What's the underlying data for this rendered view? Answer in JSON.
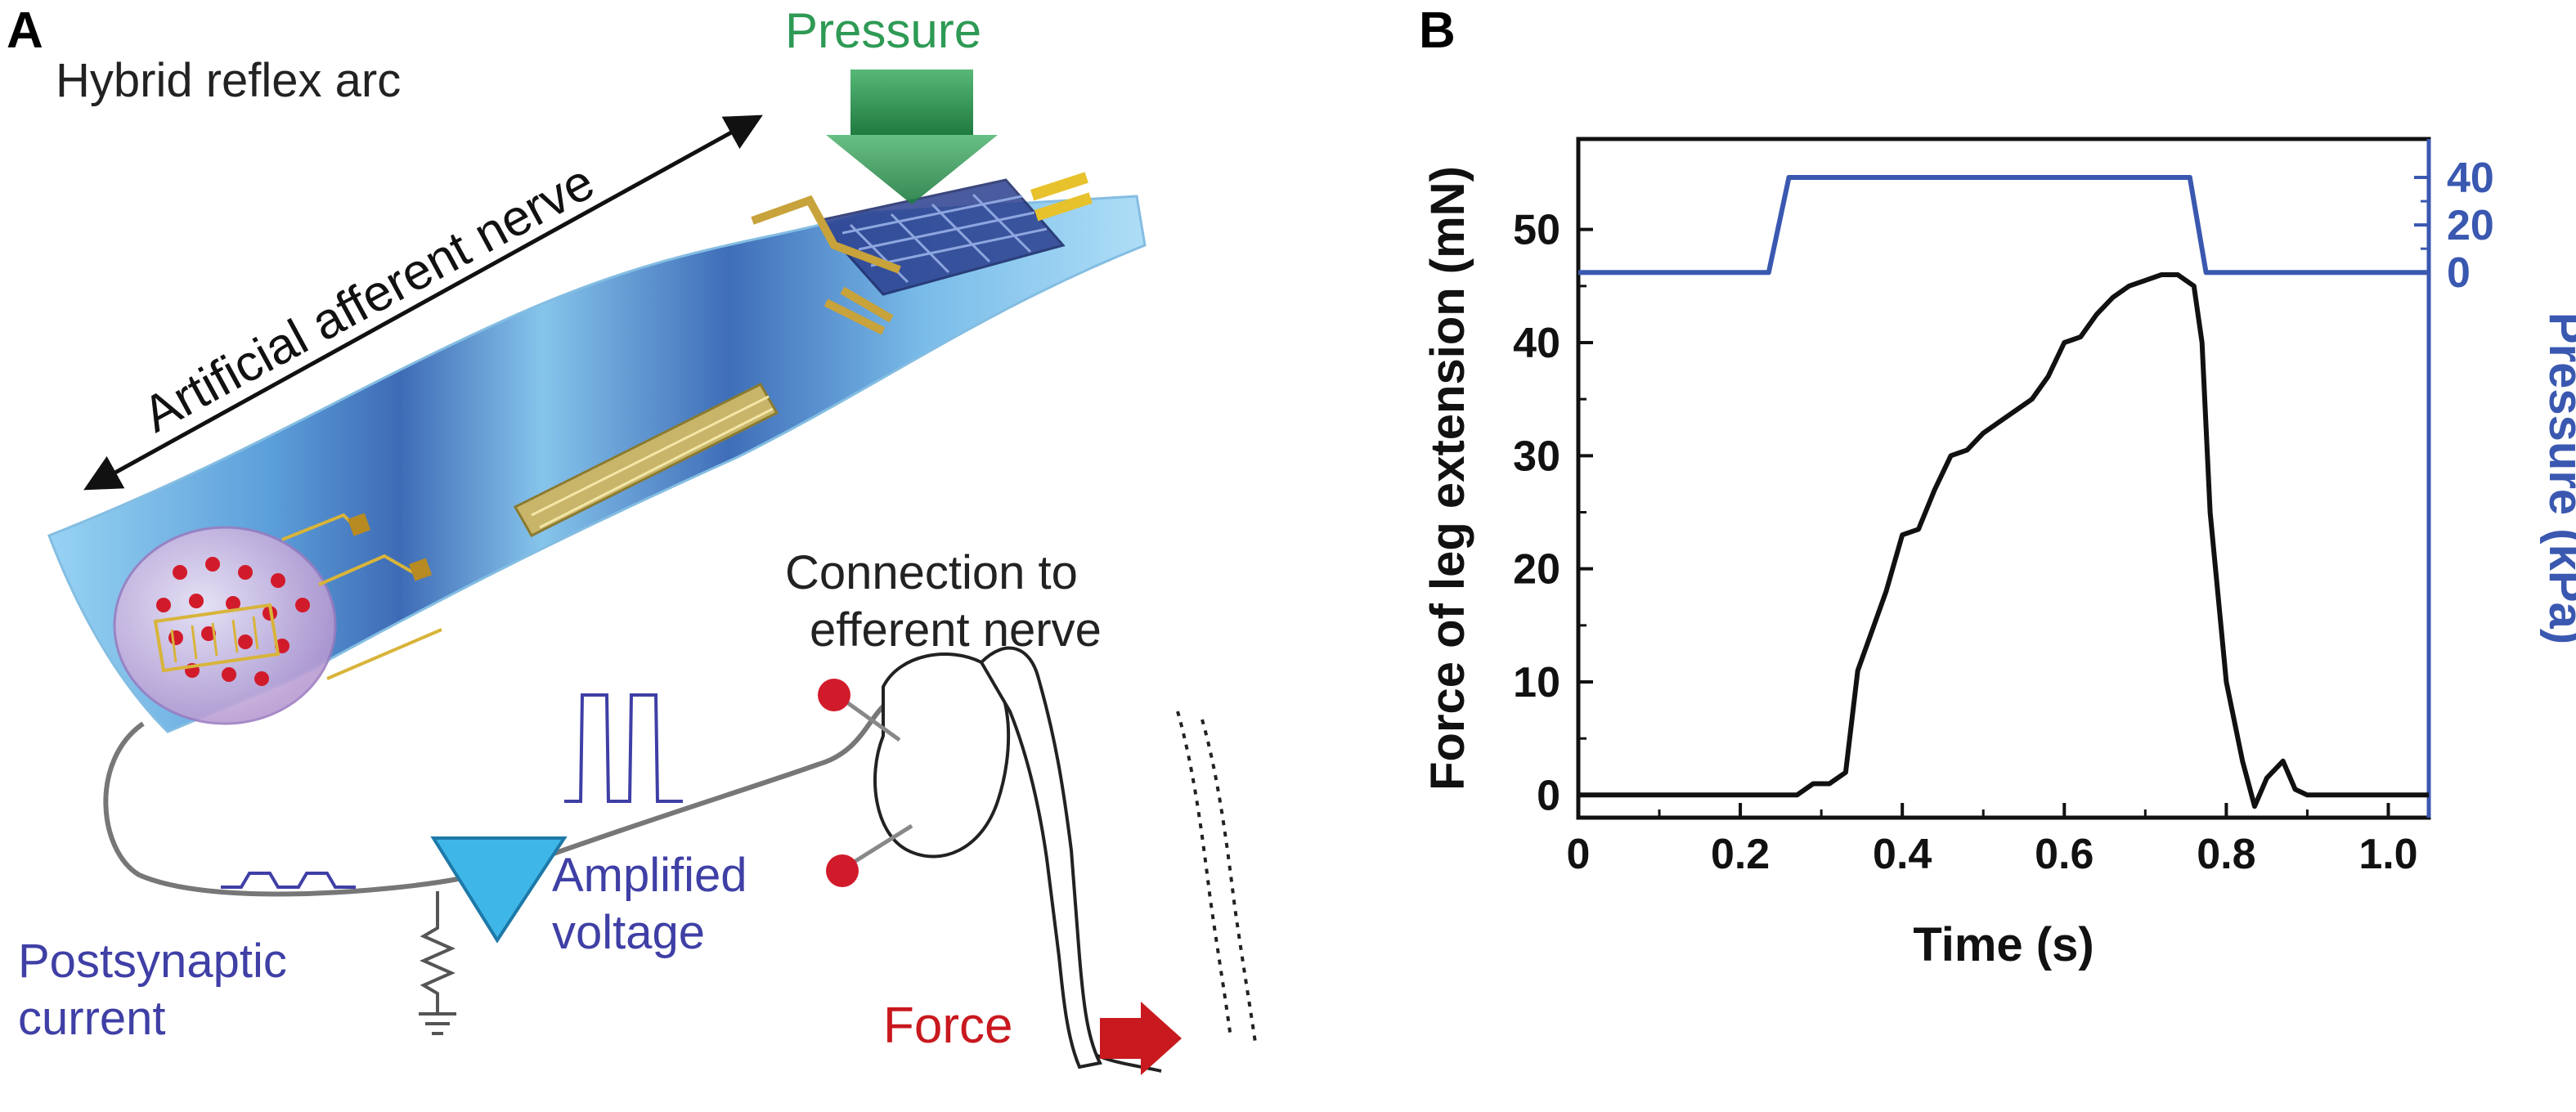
{
  "panel_a": {
    "letter": "A",
    "title": "Hybrid reflex arc",
    "pressure_label": "Pressure",
    "afferent_label": "Artificial afferent nerve",
    "connection_label_line1": "Connection to",
    "connection_label_line2": "efferent nerve",
    "amplified_line1": "Amplified",
    "amplified_line2": "voltage",
    "postsynaptic_line1": "Postsynaptic",
    "postsynaptic_line2": "current",
    "force_label": "Force",
    "colors": {
      "pressure": "#2e9a55",
      "nerve_blue": "#3f3fa6",
      "force_red": "#c8191e",
      "substrate": "#7fc4ec",
      "amplifier": "#3fb6e8"
    }
  },
  "panel_b": {
    "letter": "B"
  },
  "chart_data": {
    "type": "line",
    "xlabel": "Time (s)",
    "ylabel_left": "Force of leg extension (mN)",
    "ylabel_right": "Pressure (kPa)",
    "xlim": [
      0,
      1.05
    ],
    "xticks": [
      "0",
      "0.2",
      "0.4",
      "0.6",
      "0.8",
      "1.0"
    ],
    "xtick_values": [
      0,
      0.2,
      0.4,
      0.6,
      0.8,
      1.0
    ],
    "ylim_left": [
      -2,
      58
    ],
    "yticks_left": [
      "0",
      "10",
      "20",
      "30",
      "40",
      "50"
    ],
    "ytick_values_left": [
      0,
      10,
      20,
      30,
      40,
      50
    ],
    "yticks_right": [
      "0",
      "20",
      "40"
    ],
    "ytick_values_right": [
      0,
      20,
      40
    ],
    "colors": {
      "force": "#111111",
      "pressure": "#3a58b0"
    },
    "series": [
      {
        "axis": "left",
        "x": [
          0,
          0.27,
          0.29,
          0.31,
          0.33,
          0.345,
          0.36,
          0.38,
          0.4,
          0.42,
          0.44,
          0.46,
          0.48,
          0.5,
          0.52,
          0.54,
          0.56,
          0.58,
          0.6,
          0.62,
          0.64,
          0.66,
          0.68,
          0.7,
          0.72,
          0.74,
          0.76,
          0.77,
          0.78,
          0.8,
          0.82,
          0.835,
          0.85,
          0.87,
          0.885,
          0.9,
          1.05
        ],
        "y": [
          0,
          0,
          1,
          1,
          2,
          11,
          14,
          18,
          23,
          23.5,
          27,
          30,
          30.5,
          32,
          33,
          34,
          35,
          37,
          40,
          40.5,
          42.5,
          44,
          45,
          45.5,
          46,
          46,
          45,
          40,
          25,
          10,
          3,
          -1,
          1.5,
          3,
          0.5,
          0,
          0
        ]
      },
      {
        "axis": "right",
        "x": [
          0,
          0.235,
          0.26,
          0.755,
          0.775,
          1.05
        ],
        "y": [
          0,
          0,
          40,
          40,
          0,
          0
        ]
      }
    ]
  }
}
